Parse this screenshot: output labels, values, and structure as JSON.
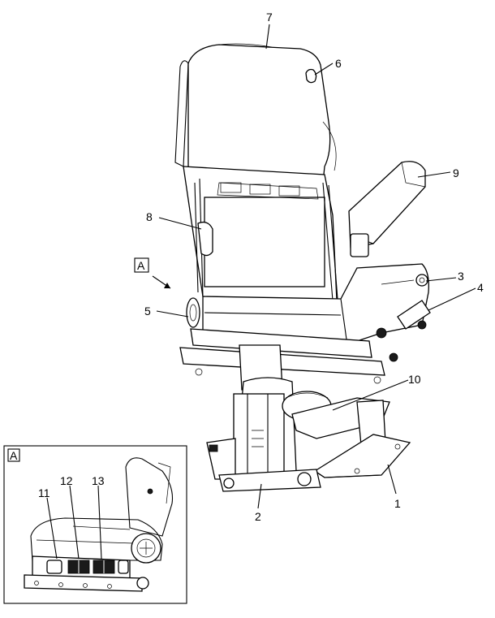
{
  "callouts": {
    "c1": "1",
    "c2": "2",
    "c3": "3",
    "c4": "4",
    "c5": "5",
    "c6": "6",
    "c7": "7",
    "c8": "8",
    "c9": "9",
    "c10": "10",
    "c11": "11",
    "c12": "12",
    "c13": "13"
  },
  "view_label": "A",
  "inset": {
    "label": "A"
  },
  "colors": {
    "line": "#000000",
    "background": "#ffffff",
    "shade": "#1a1a1a"
  }
}
